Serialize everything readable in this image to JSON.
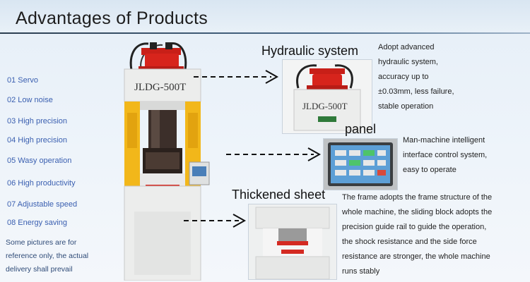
{
  "header": {
    "title": "Advantages of Products"
  },
  "advantages": [
    "01 Servo",
    "02 Low noise",
    "03 High precision",
    "04 High precision",
    "05 Wasy operation",
    "06 High productivity",
    "07  Adjustable speed",
    "08 Energy saving"
  ],
  "note": "Some pictures are for reference only, the actual delivery shall prevail",
  "machine": {
    "plate_label": "JLDG-500T"
  },
  "features": [
    {
      "title": "Hydraulic system",
      "plate_label": "JLDG-500T",
      "description_lines": [
        "Adopt advanced",
        "hydraulic system,",
        "accuracy up to",
        "±0.03mm, less failure,",
        "stable operation"
      ]
    },
    {
      "title": "panel",
      "description_lines": [
        "Man-machine intelligent",
        "interface control system,",
        "easy to operate"
      ]
    },
    {
      "title": "Thickened sheet",
      "description_lines": [
        "The frame adopts the frame structure of the",
        "whole machine, the sliding block adopts the",
        "precision guide rail to guide the operation,",
        "the shock resistance and the side force",
        "resistance are stronger, the whole machine",
        "runs stably"
      ]
    }
  ],
  "colors": {
    "frame_yellow": "#f2b71a",
    "cylinder_red": "#d7241c",
    "body_white": "#ecedec",
    "text_blue": "#3a5fb0"
  }
}
